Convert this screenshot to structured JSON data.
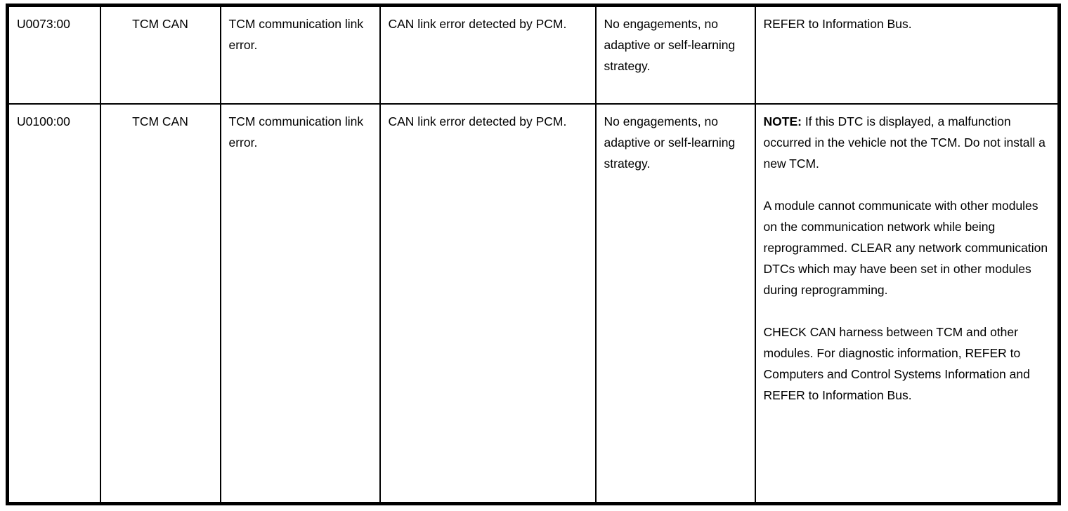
{
  "document": {
    "type": "dtc-table",
    "columns": 6,
    "rows": 2
  },
  "table": {
    "rows": [
      {
        "dtc_code": "U0073:00",
        "system": "TCM CAN",
        "description": "TCM communication link error.",
        "condition": "CAN link error detected by PCM.",
        "effect": "No engagements, no adaptive or self-learning strategy.",
        "action_paragraphs": [
          {
            "lead": "",
            "text": "REFER to Information Bus."
          }
        ]
      },
      {
        "dtc_code": "U0100:00",
        "system": "TCM CAN",
        "description": "TCM communication link error.",
        "condition": "CAN link error detected by PCM.",
        "effect": "No engagements, no adaptive or self-learning strategy.",
        "action_paragraphs": [
          {
            "lead": "NOTE:",
            "text": " If this DTC is displayed, a malfunction occurred in the vehicle not the TCM. Do not install a new TCM."
          },
          {
            "lead": "",
            "text": "A module cannot communicate with other modules on the communication network while being reprogrammed. CLEAR any network communication DTCs which may have been set in other modules during reprogramming."
          },
          {
            "lead": "",
            "text": "CHECK CAN harness between TCM and other modules. For diagnostic information, REFER to Computers and Control Systems Information and REFER to Information Bus."
          }
        ]
      }
    ]
  },
  "style": {
    "text_color": "#000000",
    "background_color": "#ffffff",
    "border_color": "#000000"
  }
}
